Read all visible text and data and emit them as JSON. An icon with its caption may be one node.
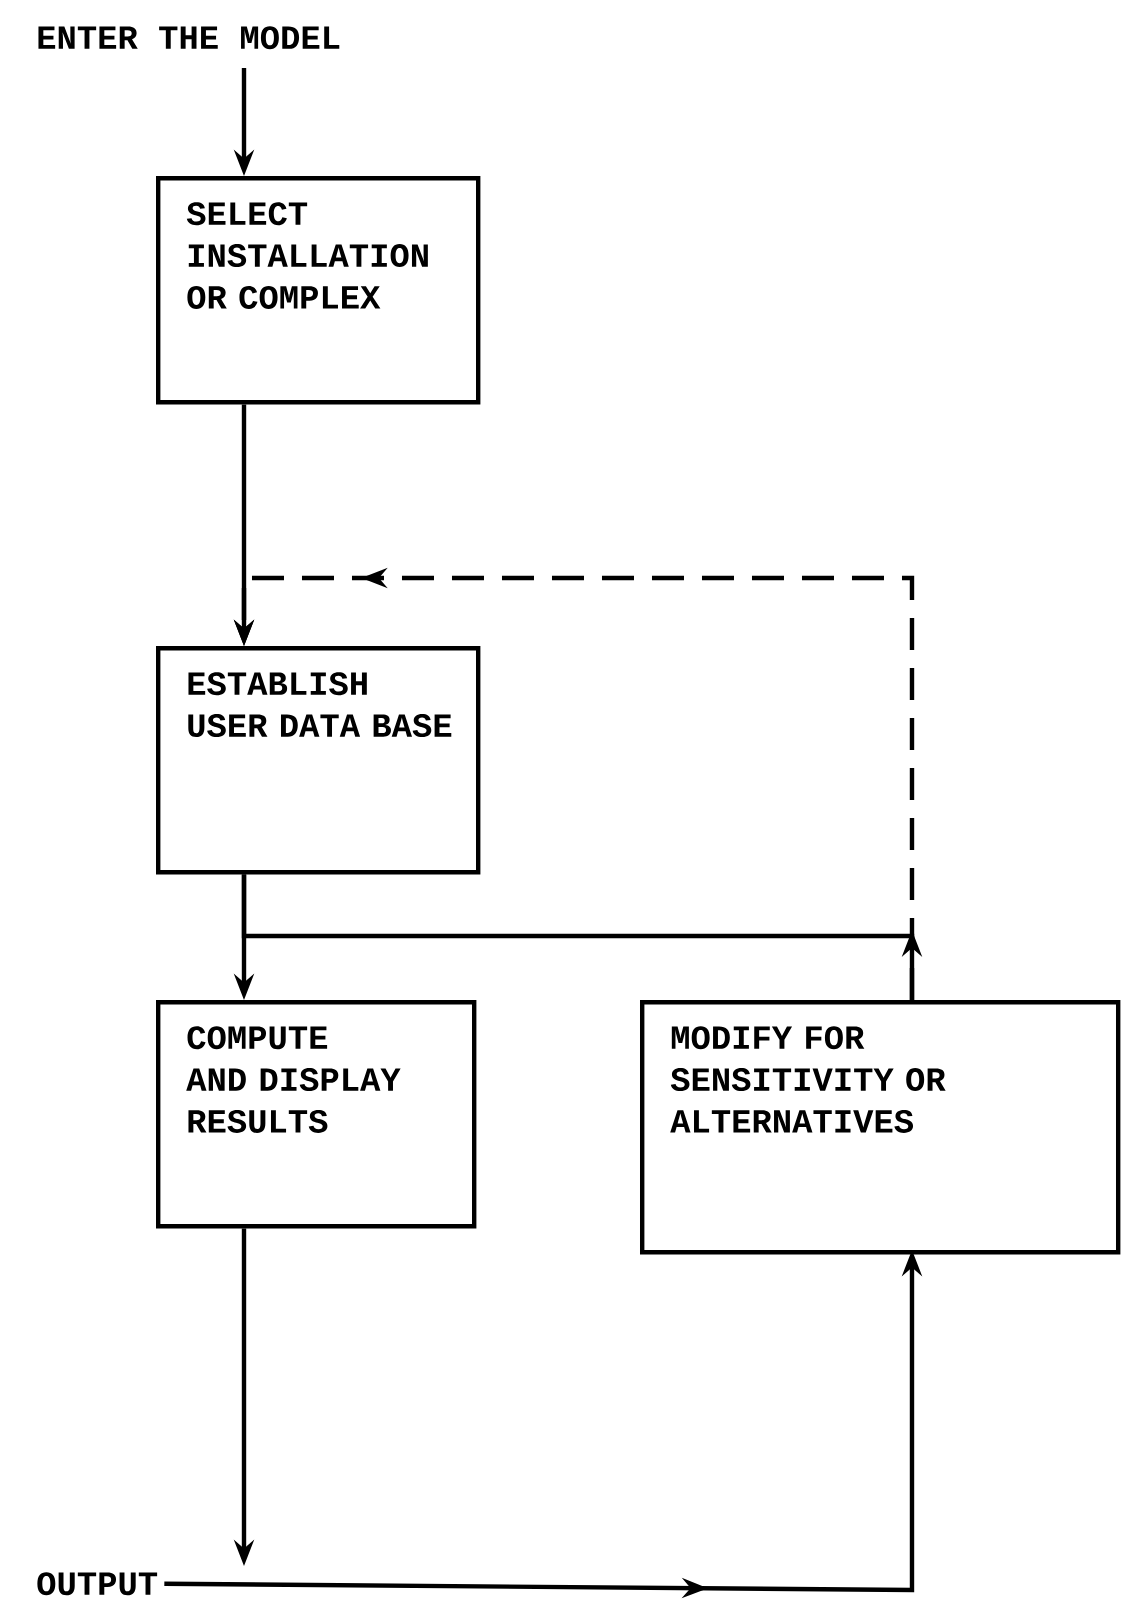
{
  "diagram": {
    "nodes": [
      {
        "text": [
          "ENTER THE MODEL"
        ]
      },
      {
        "text": [
          "SELECT INSTALLATION OR COMPLEX"
        ]
      },
      {
        "text": [
          "ESTABLISH USER DATA BASE"
        ]
      },
      {
        "text": [
          "COMPUTE AND DISPLAY RESULTS"
        ]
      },
      {
        "text": [
          "MODIFY FOR SENSITIVITY OR ALTERNATIVES"
        ]
      },
      {
        "text": [
          "OUTPUT"
        ]
      }
    ],
    "edges": [
      {
        "from": 0,
        "to": 1,
        "arrow": "to"
      },
      {
        "from": 1,
        "to": 2,
        "arrow": "to"
      },
      {
        "from": 2,
        "to": 3,
        "arrow": "to"
      },
      {
        "from": 2,
        "to": 4,
        "arrow": "none"
      },
      {
        "from": 4,
        "to": 2,
        "arrow": "to",
        "style": "dashed"
      },
      {
        "from": 3,
        "to": 5,
        "arrow": "to"
      },
      {
        "from": 5,
        "to": 4,
        "arrow": "to"
      }
    ]
  }
}
